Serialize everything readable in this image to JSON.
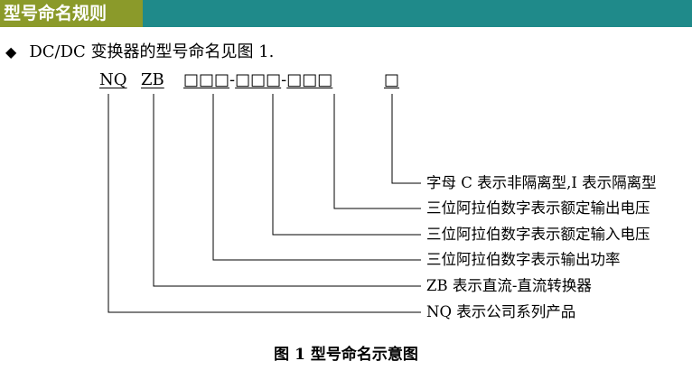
{
  "header": {
    "title": "型号命名规则"
  },
  "bullet": {
    "symbol": "◆",
    "text": "DC/DC 变换器的型号命名见图 1."
  },
  "code": {
    "prefix": "NQ",
    "type": "ZB",
    "power": "□□□",
    "dash1": "-",
    "input": "□□□",
    "dash2": "-",
    "output": "□□□",
    "isolation": "□"
  },
  "labels": {
    "isolation": "字母 C 表示非隔离型,I 表示隔离型",
    "output": "三位阿拉伯数字表示额定输出电压",
    "input": "三位阿拉伯数字表示额定输入电压",
    "power": "三位阿拉伯数字表示输出功率",
    "type": "ZB 表示直流-直流转换器",
    "prefix": "NQ 表示公司系列产品"
  },
  "caption": "图 1 型号命名示意图"
}
